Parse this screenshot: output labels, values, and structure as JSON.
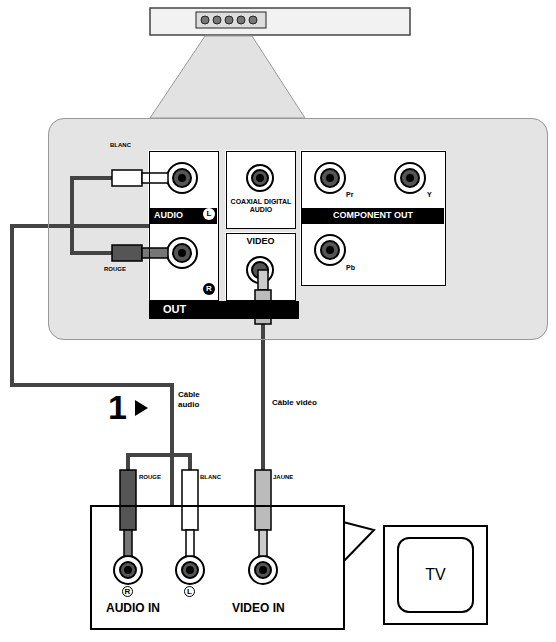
{
  "diagram": {
    "nodes": [
      {
        "text": [
          "OUT"
        ]
      },
      {
        "text": [
          "AUDIO"
        ],
        "in": 0
      },
      {
        "text": [
          "COAXIAL DIGITAL AUDIO"
        ],
        "in": 0
      },
      {
        "text": [
          "COMPONENT OUT"
        ],
        "in": 0
      },
      {
        "text": [
          "VIDEO"
        ],
        "in": 0
      },
      {
        "text": [
          "AUDIO IN",
          "VIDEO IN"
        ]
      },
      {
        "text": [
          "TV"
        ]
      }
    ],
    "edges": [
      {
        "from": 1,
        "to": 5,
        "label": "Câble audio",
        "arrow": "none"
      },
      {
        "from": 4,
        "to": 5,
        "label": "Câble vidéo",
        "arrow": "none"
      }
    ],
    "labels": [
      "BLANC",
      "ROUGE",
      "L",
      "R",
      "Pr",
      "Y",
      "Pb",
      "1",
      "ROUGE",
      "BLANC",
      "JAUNE",
      "R",
      "L"
    ]
  }
}
